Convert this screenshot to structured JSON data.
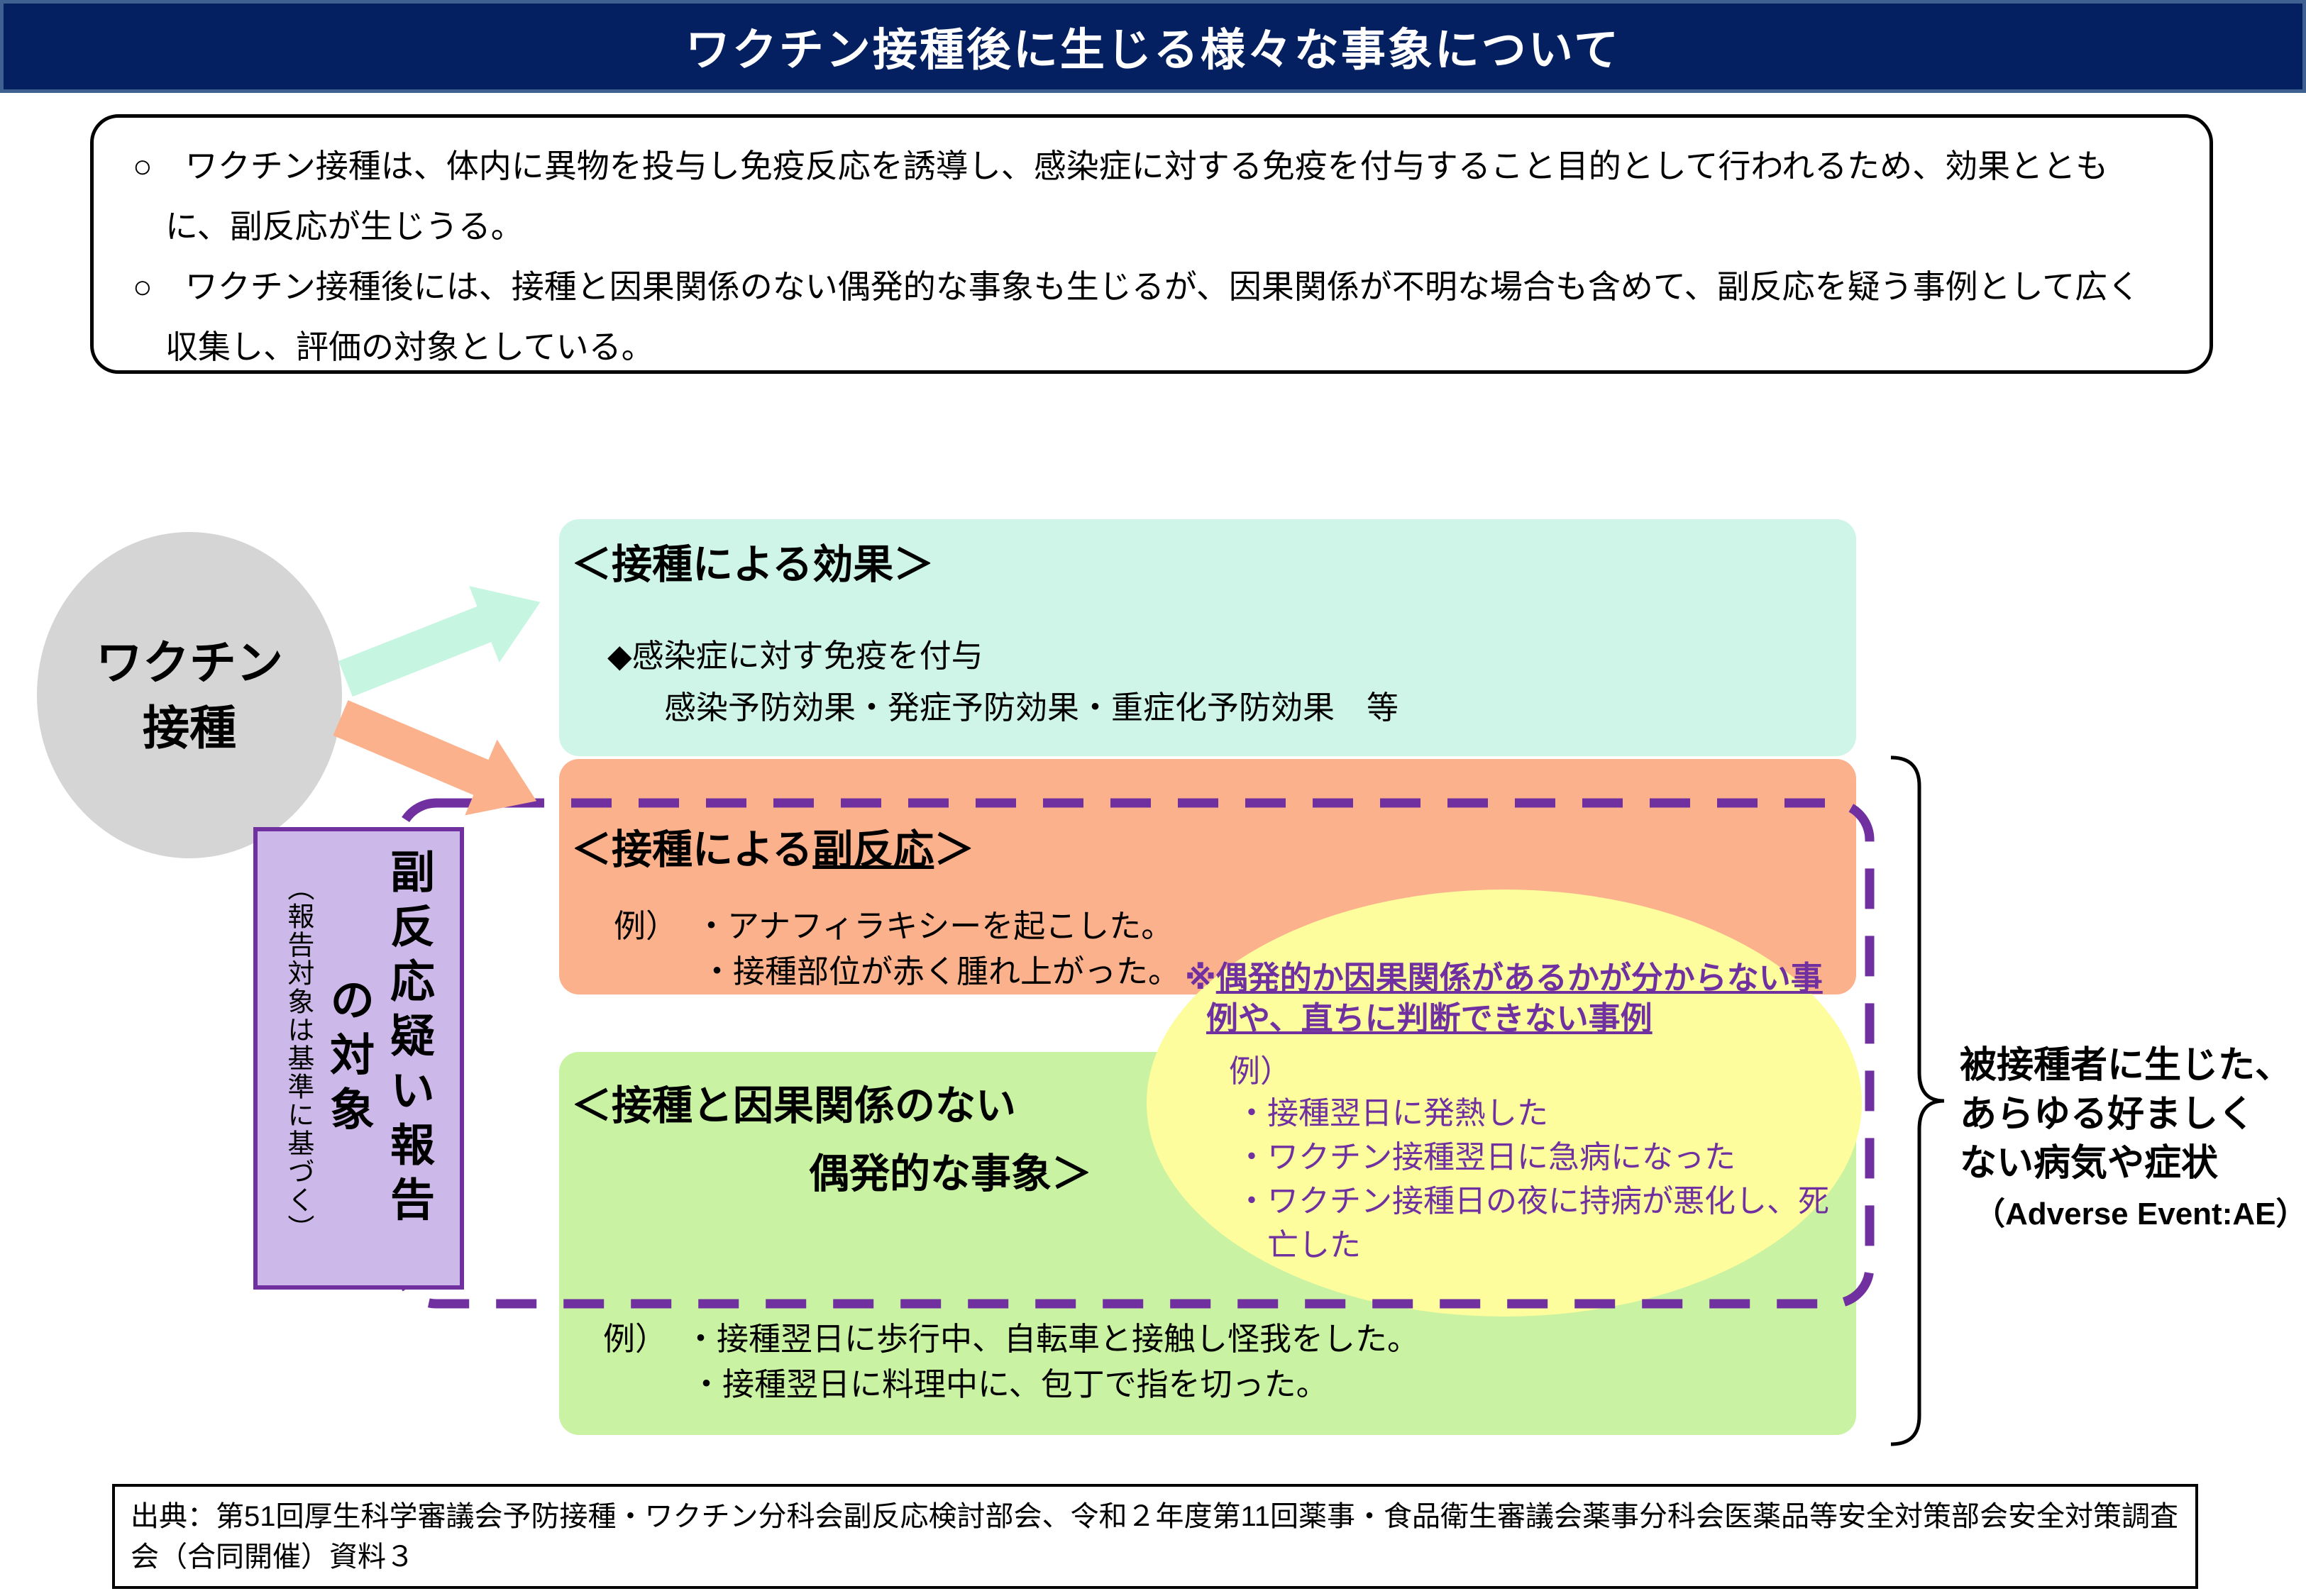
{
  "title": "ワクチン接種後に生じる様々な事象について",
  "intro_box": {
    "bullets": [
      "○　ワクチン接種は、体内に異物を投与し免疫反応を誘導し、感染症に対する免疫を付与すること目的として行われるため、効果とともに、副反応が生じうる。",
      "○　ワクチン接種後には、接種と因果関係のない偶発的な事象も生じるが、因果関係が不明な場合も含めて、副反応を疑う事例として広く収集し、評価の対象としている。"
    ]
  },
  "vaccine_ellipse": {
    "lines": [
      "ワクチン",
      "接種"
    ]
  },
  "effect_box": {
    "heading": "＜接種による効果＞",
    "bullet": "◆感染症に対す免疫を付与",
    "detail": "感染予防効果・発症予防効果・重症化予防効果　等"
  },
  "side_reaction_box": {
    "heading_prefix": "＜接種による",
    "heading_underline": "副反応",
    "heading_suffix": "＞",
    "example_label": "例）",
    "examples": [
      "・アナフィラキシーを起こした。",
      "・接種部位が赤く腫れ上がった。"
    ]
  },
  "coincidental_box": {
    "heading_line1": "＜接種と因果関係のない",
    "heading_line2": "偶発的な事象＞",
    "example_label": "例）",
    "examples": [
      "・接種翌日に歩行中、自転車と接触し怪我をした。",
      "・接種翌日に料理中に、包丁で指を切った。"
    ]
  },
  "unknown_ellipse": {
    "note_marker": "※",
    "note_underline": "偶発的か因果関係があるかが分からない事例や、直ちに判断できない事例",
    "example_label": "例）",
    "examples": [
      "・接種翌日に発熱した",
      "・ワクチン接種翌日に急病になった",
      "・ワクチン接種日の夜に持病が悪化し、死亡した"
    ]
  },
  "report_target_box": {
    "main_text": "副反応疑い報告",
    "main_text2": "の対象",
    "sub_text": "（報告対象は基準に基づく）"
  },
  "adverse_event_note": {
    "lines": [
      "被接種者に生じた、",
      "あらゆる好ましく",
      "ない病気や症状"
    ],
    "sub": "（Adverse Event:AE）"
  },
  "source_box": {
    "text": "出典：第51回厚生科学審議会予防接種・ワクチン分科会副反応検討部会、令和２年度第11回薬事・食品衛生審議会薬事分科会医薬品等安全対策部会安全対策調査会（合同開催）資料３"
  },
  "colors": {
    "title_bar": "#052060",
    "title_border": "#3E6191",
    "title_text": "#FFFFFF",
    "effect_fill": "#CFF5E9",
    "effect_arrow": "#C6F5E2",
    "reaction_fill": "#FBB18C",
    "coincidental_fill": "#C9F2A3",
    "unknown_fill": "#FDFD9E",
    "purple": "#7030A0",
    "report_fill": "#CDB9E9",
    "vaccine_fill": "#D5D5D5",
    "ink": "#000000"
  }
}
